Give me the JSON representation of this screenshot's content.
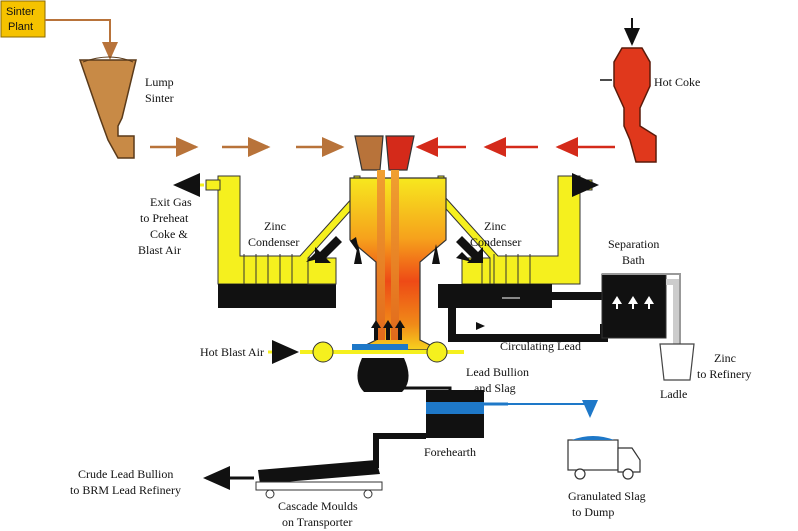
{
  "labels": {
    "sinter_plant_1": "Sinter",
    "sinter_plant_2": "Plant",
    "lump_sinter_1": "Lump",
    "lump_sinter_2": "Sinter",
    "hot_coke": "Hot Coke",
    "exit_gas_1": "Exit Gas",
    "exit_gas_2": "to Preheat",
    "exit_gas_3": "Coke &",
    "exit_gas_4": "Blast Air",
    "zinc_condenser_left_1": "Zinc",
    "zinc_condenser_left_2": "Condenser",
    "zinc_condenser_right_1": "Zinc",
    "zinc_condenser_right_2": "Condenser",
    "separation_bath_1": "Separation",
    "separation_bath_2": "Bath",
    "hot_blast_air": "Hot Blast Air",
    "circulating_lead": "Circulating Lead",
    "zinc_refinery_1": "Zinc",
    "zinc_refinery_2": "to Refinery",
    "ladle": "Ladle",
    "lead_bullion_1": "Lead Bullion",
    "lead_bullion_2": "and Slag",
    "forehearth": "Forehearth",
    "crude_lead_1": "Crude Lead Bullion",
    "crude_lead_2": "to BRM Lead Refinery",
    "cascade_moulds_1": "Cascade Moulds",
    "cascade_moulds_2": "on Transporter",
    "granulated_slag_1": "Granulated Slag",
    "granulated_slag_2": "to Dump"
  },
  "colors": {
    "sinter": "#b8733a",
    "coke": "#d42a1a",
    "condenser": "#f5f01e",
    "lead": "#111111",
    "water": "#1e78c8",
    "label_box": "#f5c200"
  }
}
